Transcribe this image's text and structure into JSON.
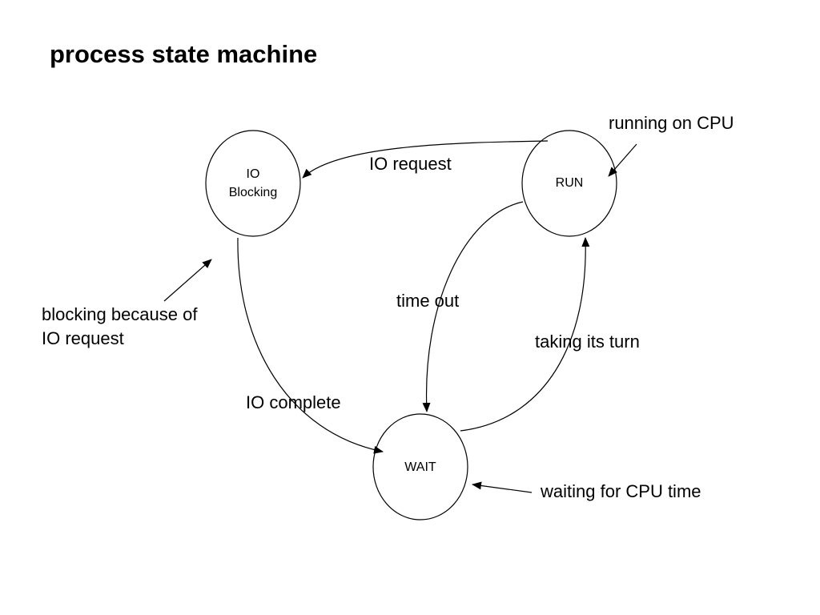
{
  "title": "process state machine",
  "states": {
    "io_blocking": {
      "line1": "IO",
      "line2": "Blocking"
    },
    "run": {
      "label": "RUN"
    },
    "wait": {
      "label": "WAIT"
    }
  },
  "transitions": {
    "io_request": "IO request",
    "time_out": "time out",
    "taking_its_turn": "taking its turn",
    "io_complete": "IO complete"
  },
  "annotations": {
    "running_on_cpu": "running on CPU",
    "blocking_line1": "blocking because of",
    "blocking_line2": "IO request",
    "waiting_for_cpu": "waiting for CPU time"
  }
}
